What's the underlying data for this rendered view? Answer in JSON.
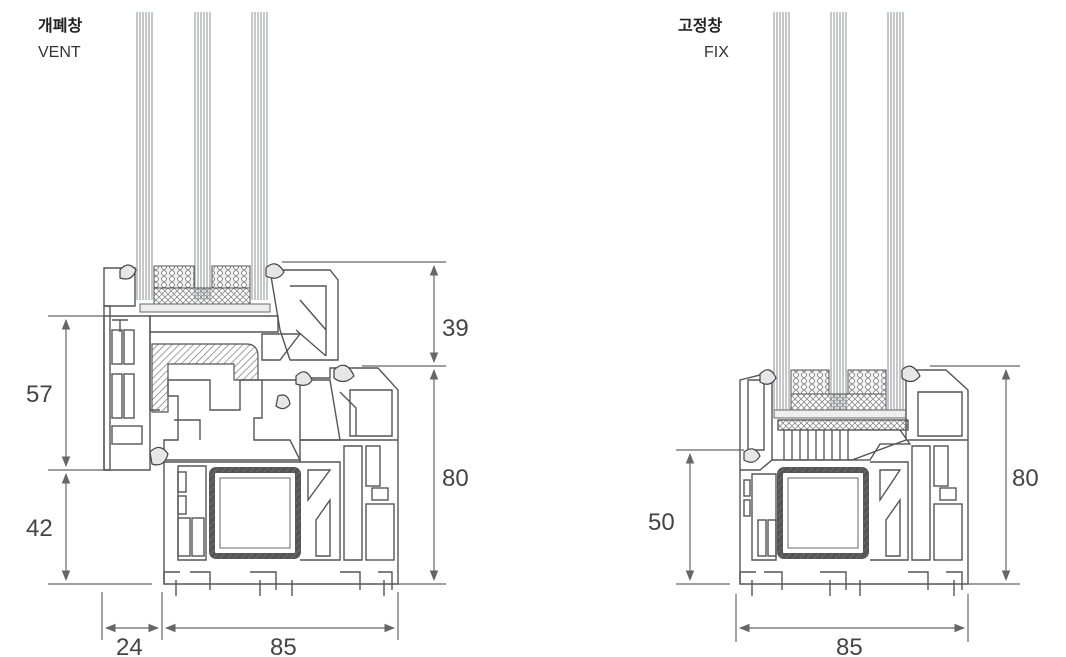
{
  "vent": {
    "title_ko": "개폐창",
    "title_en": "VENT",
    "dims": {
      "glass_rebate": "39",
      "sash_height": "57",
      "frame_lower": "42",
      "frame_total": "80",
      "sash_overhang": "24",
      "frame_depth": "85"
    }
  },
  "fix": {
    "title_ko": "고정창",
    "title_en": "FIX",
    "dims": {
      "frame_left": "50",
      "frame_total": "80",
      "frame_depth": "85"
    }
  },
  "colors": {
    "line": "#555555",
    "dim": "#666666",
    "glass": "#9aa0a0",
    "insulation": "#c9c9c9"
  }
}
